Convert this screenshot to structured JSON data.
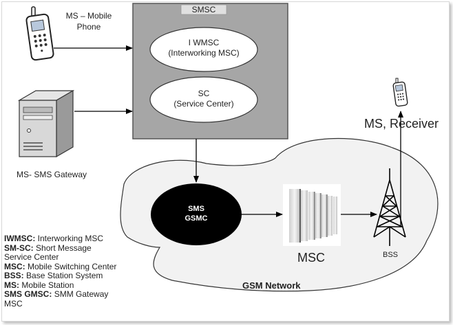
{
  "diagram": {
    "smsc": {
      "title": "SMSC",
      "iwmsc": {
        "line1": "I WMSC",
        "line2": "(Interworking MSC)"
      },
      "sc": {
        "line1": "SC",
        "line2": "(Service Center)"
      }
    },
    "mobile_phone": {
      "line1": "MS – Mobile",
      "line2": "Phone",
      "icon": "mobile-phone-icon"
    },
    "sms_gateway": {
      "label": "MS- SMS Gateway",
      "icon": "server-tower-icon"
    },
    "sms_gsmc": {
      "line1": "SMS",
      "line2": "GSMC"
    },
    "msc": {
      "label": "MSC",
      "icon": "server-rack-icon"
    },
    "bss": {
      "label": "BSS",
      "icon": "cell-tower-icon"
    },
    "receiver": {
      "label": "MS, Receiver",
      "icon": "mobile-phone-icon"
    },
    "network": {
      "label": "GSM Network"
    },
    "colors": {
      "smsc_box": "#a6a6a6",
      "cloud": "#f2f2f2",
      "gsmc": "#000000"
    }
  },
  "legend": [
    {
      "term": "IWMSC:",
      "desc": "Interworking MSC"
    },
    {
      "term": "SM-SC:",
      "desc": "Short Message Service Center"
    },
    {
      "term": "MSC:",
      "desc": "Mobile Switching Center"
    },
    {
      "term": "BSS:",
      "desc": "Base Station System"
    },
    {
      "term": "MS:",
      "desc": "Mobile Station"
    },
    {
      "term": "SMS GMSC:",
      "desc": "SMM Gateway MSC"
    }
  ]
}
